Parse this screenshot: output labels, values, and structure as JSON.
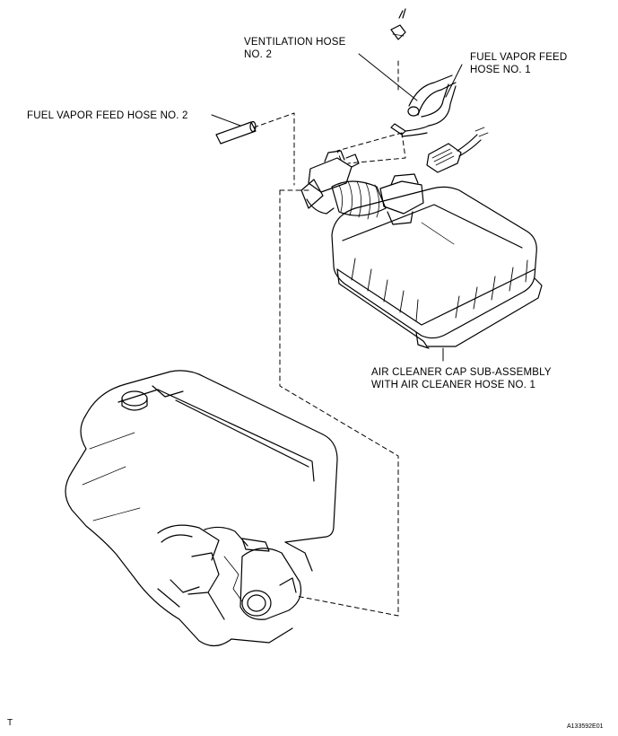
{
  "labels": {
    "ventilation_hose_line1": "VENTILATION HOSE",
    "ventilation_hose_line2": "NO. 2",
    "fuel_vapor_hose1_line1": "FUEL VAPOR FEED",
    "fuel_vapor_hose1_line2": "HOSE NO. 1",
    "fuel_vapor_hose2": "FUEL VAPOR FEED HOSE NO. 2",
    "air_cleaner_line1": "AIR CLEANER CAP SUB-ASSEMBLY",
    "air_cleaner_line2": "WITH AIR CLEANER HOSE NO. 1"
  },
  "corner_mark": "T",
  "figure_id": "A133592E01",
  "colors": {
    "ink": "#000000",
    "background": "#ffffff"
  }
}
